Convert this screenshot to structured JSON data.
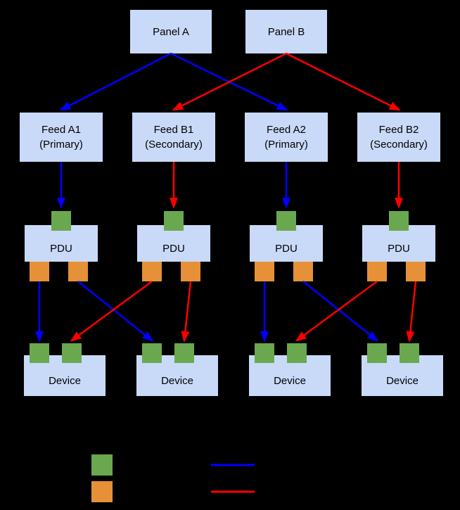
{
  "colors": {
    "background": "#000000",
    "node-fill": "#c9daf8",
    "node-text": "#000000",
    "input-port": "#6aa84f",
    "output-port": "#e69138",
    "primary-path": "#0000ff",
    "secondary-path": "#ff0000"
  },
  "nodes": {
    "panel_a": {
      "label": "Panel A"
    },
    "panel_b": {
      "label": "Panel B"
    },
    "feed_a1": {
      "label": "Feed A1",
      "sublabel": "(Primary)"
    },
    "feed_b1": {
      "label": "Feed B1",
      "sublabel": "(Secondary)"
    },
    "feed_a2": {
      "label": "Feed A2",
      "sublabel": "(Primary)"
    },
    "feed_b2": {
      "label": "Feed B2",
      "sublabel": "(Secondary)"
    },
    "pdu": {
      "label": "PDU"
    },
    "device": {
      "label": "Device"
    }
  },
  "legend": {
    "input_port_color": "#6aa84f",
    "output_port_color": "#e69138",
    "primary_line_color": "#0000ff",
    "secondary_line_color": "#ff0000"
  }
}
